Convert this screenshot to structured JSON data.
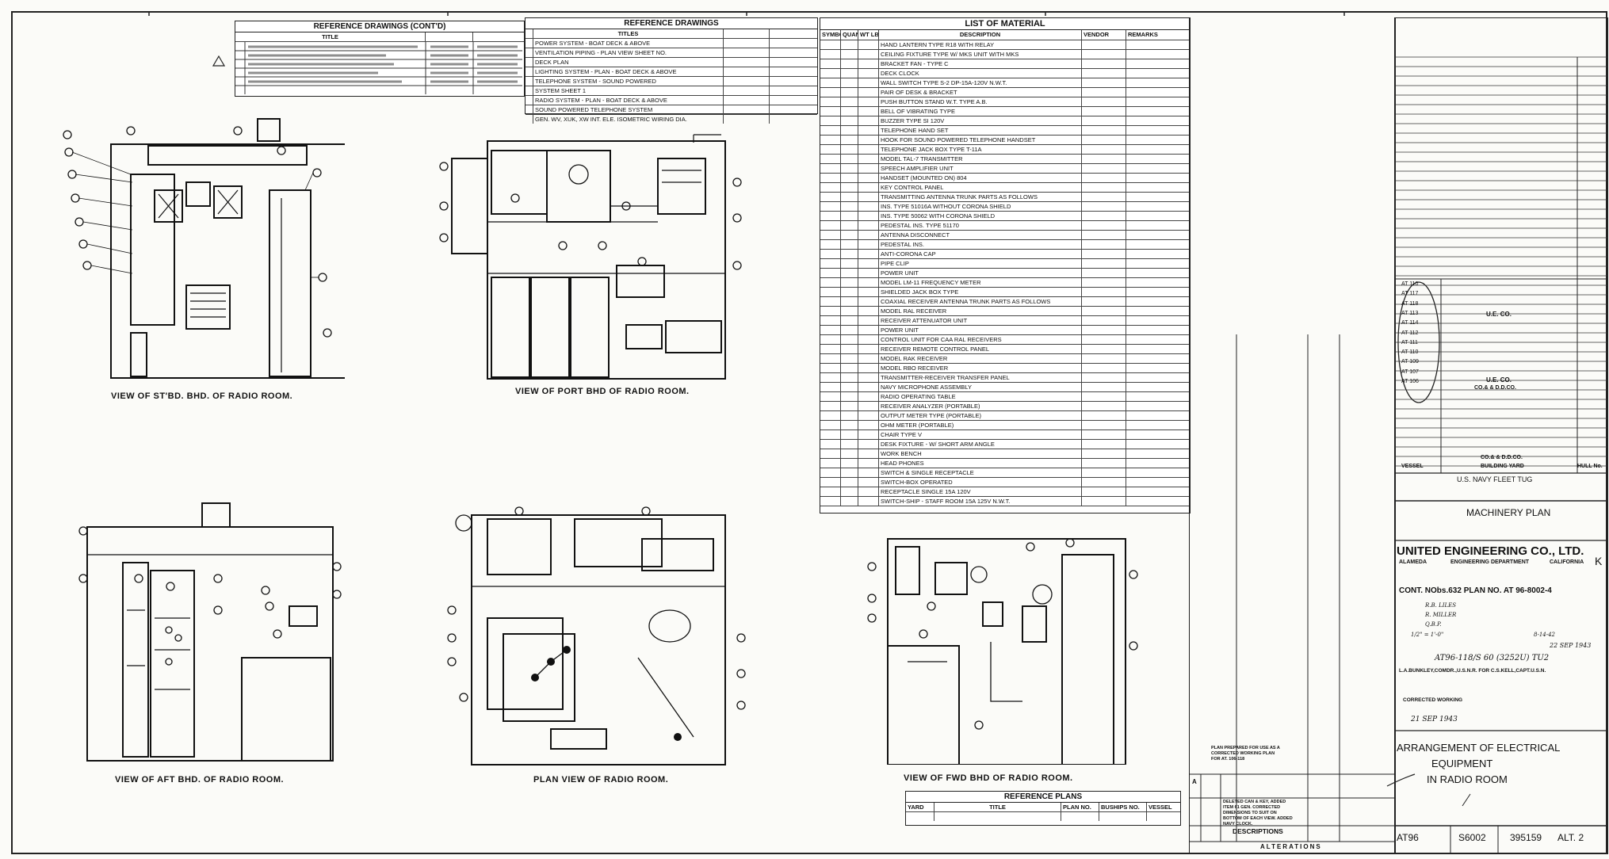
{
  "reference_drawings_cont": {
    "title": "REFERENCE DRAWINGS (CONT'D)",
    "col_title": "TITLE"
  },
  "reference_drawings": {
    "title": "REFERENCE DRAWINGS",
    "col_titles": "TITLES",
    "rows": [
      "POWER SYSTEM - BOAT DECK & ABOVE",
      "VENTILATION PIPING - PLAN VIEW SHEET NO.",
      "DECK PLAN",
      "LIGHTING SYSTEM - PLAN - BOAT DECK & ABOVE",
      "TELEPHONE SYSTEM - SOUND POWERED",
      "SYSTEM SHEET 1",
      "RADIO SYSTEM - PLAN - BOAT DECK & ABOVE",
      "SOUND POWERED TELEPHONE SYSTEM",
      "GEN. WV, XUK, XW INT. ELE. ISOMETRIC WIRING DIA."
    ]
  },
  "list_of_material": {
    "title": "LIST OF MATERIAL",
    "columns": [
      "SYMBOL",
      "QUANT.",
      "WT LBS.",
      "DESCRIPTION",
      "VENDOR",
      "REMARKS"
    ],
    "rows": [
      "HAND LANTERN TYPE R18 WITH RELAY",
      "CEILING FIXTURE TYPE W/ MKS UNIT WITH MKS",
      "BRACKET FAN - TYPE C",
      "DECK CLOCK",
      "WALL SWITCH TYPE S-2 DP-15A-120V N.W.T.",
      "PAIR OF DESK & BRACKET",
      "PUSH BUTTON STAND W.T. TYPE A.B.",
      "BELL OF VIBRATING TYPE",
      "BUZZER TYPE SI 120V",
      "TELEPHONE HAND SET",
      "HOOK FOR SOUND POWERED TELEPHONE HANDSET",
      "TELEPHONE JACK BOX TYPE T-11A",
      "MODEL TAL-7 TRANSMITTER",
      "SPEECH AMPLIFIER UNIT",
      "HANDSET (MOUNTED ON) 804",
      "KEY CONTROL PANEL",
      "TRANSMITTING ANTENNA TRUNK PARTS AS FOLLOWS",
      "INS. TYPE 51016A WITHOUT CORONA SHIELD",
      "INS. TYPE 50062 WITH CORONA SHIELD",
      "PEDESTAL INS. TYPE 51170",
      "ANTENNA DISCONNECT",
      "PEDESTAL INS.",
      "ANTI-CORONA CAP",
      "PIPE CLIP",
      "POWER UNIT",
      "MODEL LM-11 FREQUENCY METER",
      "SHIELDED JACK BOX TYPE",
      "COAXIAL RECEIVER ANTENNA TRUNK PARTS AS FOLLOWS",
      "MODEL RAL RECEIVER",
      "RECEIVER ATTENUATOR UNIT",
      "POWER UNIT",
      "CONTROL UNIT FOR CAA RAL RECEIVERS",
      "RECEIVER REMOTE CONTROL PANEL",
      "MODEL RAK RECEIVER",
      "MODEL RBO RECEIVER",
      "TRANSMITTER-RECEIVER TRANSFER PANEL",
      "NAVY MICROPHONE ASSEMBLY",
      "RADIO OPERATING TABLE",
      "RECEIVER ANALYZER (PORTABLE)",
      "OUTPUT METER TYPE (PORTABLE)",
      "OHM METER (PORTABLE)",
      "CHAIR TYPE V",
      "DESK FIXTURE - W/ SHORT ARM ANGLE",
      "WORK BENCH",
      "HEAD PHONES",
      "SWITCH & SINGLE RECEPTACLE",
      "SWITCH-BOX OPERATED",
      "RECEPTACLE SINGLE 15A 120V",
      "SWITCH-SHIP - STAFF ROOM 15A 125V N.W.T."
    ]
  },
  "views": {
    "stbd": "VIEW OF ST'BD. BHD. OF RADIO ROOM.",
    "port": "VIEW OF PORT BHD OF RADIO ROOM.",
    "aft": "VIEW OF AFT BHD. OF RADIO ROOM.",
    "plan": "PLAN VIEW OF RADIO ROOM.",
    "fwd": "VIEW OF FWD BHD OF RADIO ROOM."
  },
  "reference_plans": {
    "title": "REFERENCE PLANS",
    "columns": [
      "YARD",
      "TITLE",
      "PLAN NO.",
      "BUSHIPS NO.",
      "VESSEL"
    ]
  },
  "vessel_list": {
    "hull_numbers": [
      "AT 110",
      "AT 117",
      "AT 118",
      "AT 113",
      "AT 114",
      "AT 112",
      "AT 111",
      "AT 110",
      "AT 109",
      "AT 107",
      "AT 106"
    ],
    "label_top": "U.E. CO.",
    "label_mid": "U.E. CO.",
    "label_mid2": "CO.& & D.D.CO.",
    "label_bottom": "CO.& & D.D.CO.",
    "col_vessel": "VESSEL",
    "col_yard": "BUILDING YARD",
    "col_hull": "HULL No."
  },
  "title_block": {
    "vessel_type": "U.S. NAVY FLEET TUG",
    "plan_type": "MACHINERY PLAN",
    "company": "UNITED ENGINEERING CO., LTD.",
    "city": "ALAMEDA",
    "dept": "ENGINEERING DEPARTMENT",
    "state": "CALIFORNIA",
    "contract": "CONT. NObs.632  PLAN NO. AT 96-8002-4",
    "drawn_by": "R.B. LILES",
    "checked_by": "R. MILLER",
    "approved": "Q.B.P.",
    "scale": "1/2\" = 1'-0\"",
    "date": "8-14-42",
    "stamp_date": "22 SEP 1943",
    "letter_no": "AT96-118/S 60 (3252U) TU2",
    "approval_line": "L.A.BUNKLEY,COMDR.,U.S.N.R. FOR C.S.KELL,CAPT.U.S.N.",
    "corrected": "CORRECTED WORKING",
    "corrected_date": "21 SEP 1943",
    "title_1": "ARRANGEMENT OF ELECTRICAL",
    "title_2": "EQUIPMENT",
    "title_3": "IN RADIO ROOM",
    "cell_ship": "AT96",
    "cell_series": "S6002",
    "cell_number": "395159",
    "cell_alt": "ALT. 2"
  },
  "alterations": {
    "header_desc": "DESCRIPTIONS",
    "footer": "ALTERATIONS",
    "note": "PLAN PREPARED FOR USE AS A CORRECTED WORKING PLAN FOR AT. 106-118",
    "row_letter": "A",
    "row_note": "DELETED CAN & KEY, ADDED ITEM 61 GEN. CORRECTED DIMENSIONS TO SUIT ON BOTTOM OF EACH VIEW. ADDED NAVY CLOCK."
  },
  "right_edge": "K"
}
